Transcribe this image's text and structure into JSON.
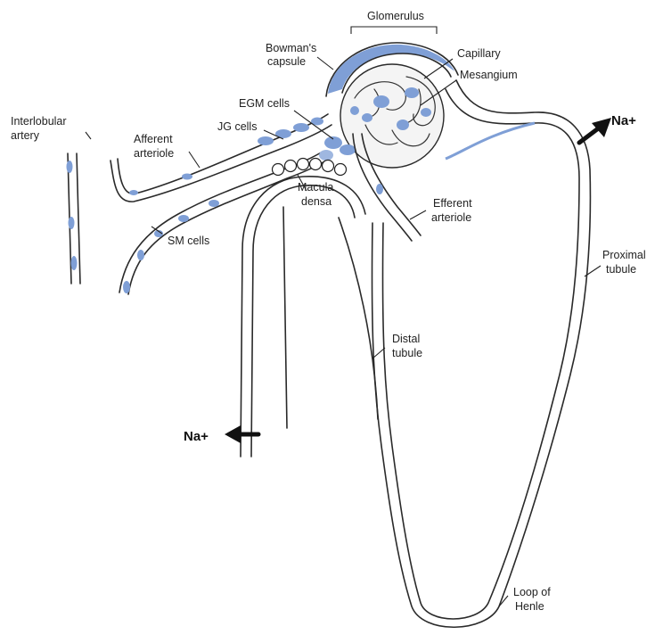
{
  "colors": {
    "accent_blue": "#7f9fd6",
    "ink": "#222222",
    "background": "#ffffff"
  },
  "labels": {
    "glomerulus": "Glomerulus",
    "bowmans_capsule_1": "Bowman's",
    "bowmans_capsule_2": "capsule",
    "capillary": "Capillary",
    "mesangium": "Mesangium",
    "egm_cells": "EGM cells",
    "jg_cells": "JG cells",
    "interlobular_artery_1": "Interlobular",
    "interlobular_artery_2": "artery",
    "afferent_arteriole_1": "Afferent",
    "afferent_arteriole_2": "arteriole",
    "macula_densa_1": "Macula",
    "macula_densa_2": "densa",
    "efferent_arteriole_1": "Efferent",
    "efferent_arteriole_2": "arteriole",
    "sm_cells": "SM cells",
    "proximal_tubule_1": "Proximal",
    "proximal_tubule_2": "tubule",
    "distal_tubule_1": "Distal",
    "distal_tubule_2": "tubule",
    "na_plus_right": "Na+",
    "na_plus_left": "Na+",
    "loop_of_henle_1": "Loop of",
    "loop_of_henle_2": "Henle"
  },
  "icons": {
    "na_arrow_right": "arrow-up-right-icon",
    "na_arrow_left": "arrow-left-icon"
  }
}
